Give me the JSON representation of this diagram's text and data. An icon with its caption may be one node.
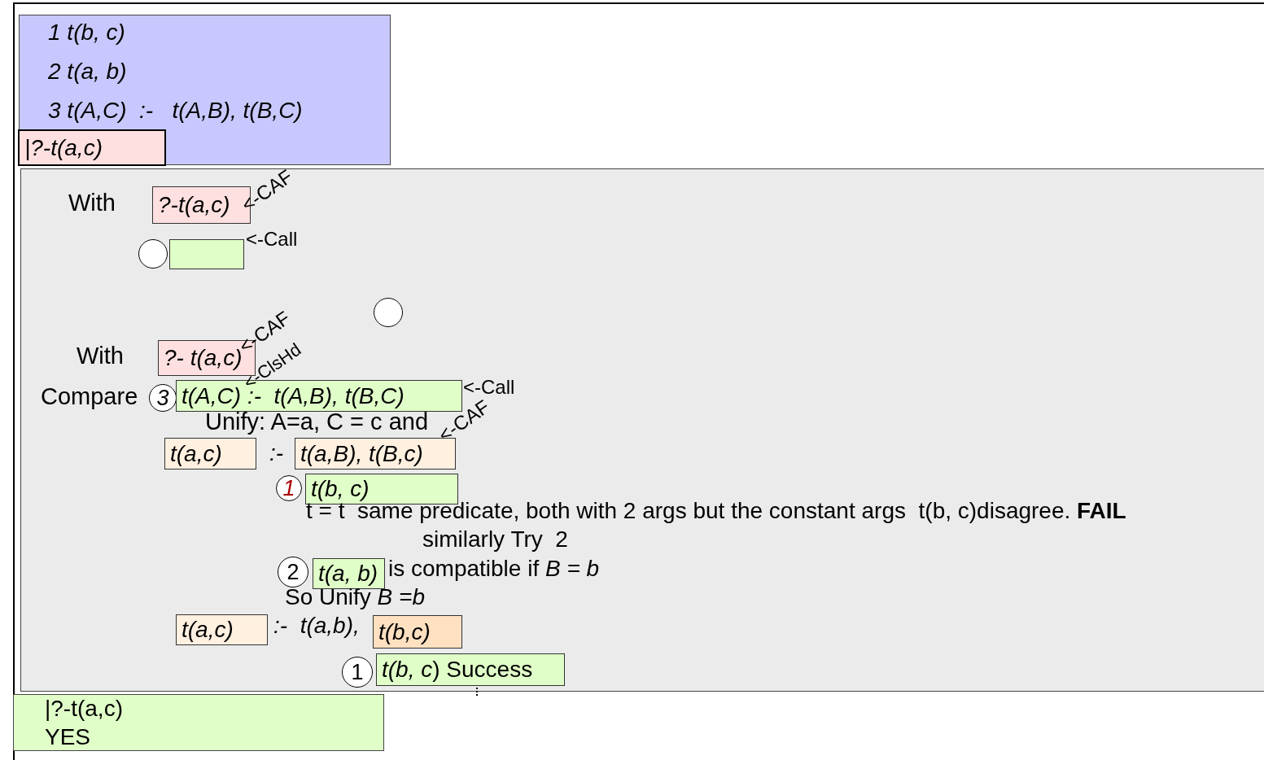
{
  "diagram": {
    "nodes": [
      {
        "text": [
          "1 t(b, c)",
          "2 t(a, b)",
          "3 t(A,C)  :-   t(A,B), t(B,C)"
        ]
      },
      {
        "text": [
          "|?-t(a,c)"
        ],
        "in": 0
      },
      {
        "text": [],
        "shape": "box"
      },
      {
        "text": [
          "?-t(a,c)"
        ],
        "in": 2
      },
      {
        "text": [],
        "shape": "circle",
        "in": 2
      },
      {
        "text": [],
        "shape": "box",
        "in": 2
      },
      {
        "text": [],
        "shape": "circle",
        "in": 2
      },
      {
        "text": [
          "?- t(a,c)"
        ],
        "in": 2
      },
      {
        "text": [
          "3"
        ],
        "in": 2
      },
      {
        "text": [
          "t(A,C) :-  t(A,B), t(B,C)"
        ],
        "in": 2
      },
      {
        "text": [
          "t(a,c)"
        ],
        "in": 2
      },
      {
        "text": [
          "t(a,B), t(B,c)"
        ],
        "in": 2
      },
      {
        "text": [
          "1"
        ],
        "in": 2
      },
      {
        "text": [
          "t(b, c)"
        ],
        "in": 2
      },
      {
        "text": [
          "2"
        ],
        "in": 2
      },
      {
        "text": [
          "t(a, b)"
        ],
        "in": 2
      },
      {
        "text": [
          "t(a,c)"
        ],
        "in": 2
      },
      {
        "text": [
          "t(b,c)"
        ],
        "in": 2
      },
      {
        "text": [
          "1"
        ],
        "in": 2
      },
      {
        "text": [
          "*t(b, c*) Success"
        ],
        "in": 2
      },
      {
        "text": [
          "|?-t(a,c)",
          "YES"
        ]
      }
    ],
    "edges": [],
    "labels": [
      "With",
      "<-CAF",
      "<-Call",
      "With",
      "<-CAF",
      "<-ClsHd",
      "Compare",
      "<-Call",
      "Unify: A=a, C = c and",
      "<-CAF",
      ":-",
      "t = t  same predicate, both with 2 args but the constant args  t(b, c)disagree. **FAIL**",
      "similarly Try  2",
      "is compatible if *B = b*",
      "So Unify *B =b*",
      ":-  t(a,b),"
    ]
  }
}
